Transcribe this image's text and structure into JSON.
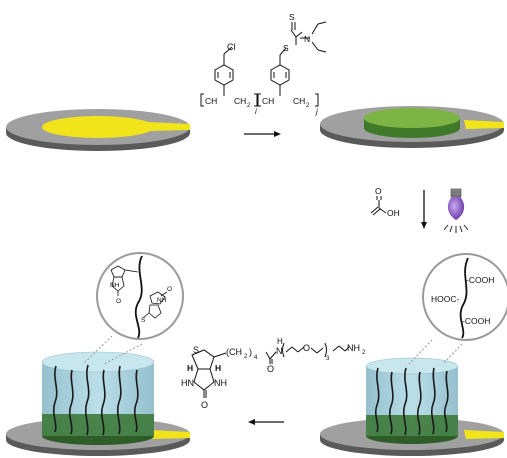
{
  "polymer": {
    "cl": "Cl",
    "ch_left": "CH",
    "ch2_left": "CH",
    "sub2_left": "2",
    "index_i": "i",
    "ch_right": "CH",
    "ch2_right": "CH",
    "sub2_right": "2",
    "index_j": "j",
    "s_thione": "S",
    "s_link": "S",
    "n_amine": "N"
  },
  "acrylic": {
    "o": "O",
    "oh": "OH"
  },
  "biotin_reagent": {
    "s": "S",
    "ch2": "(CH",
    "sub2": "2",
    "paren": ")",
    "sub4": "4",
    "h_amide": "H",
    "n_amide": "N",
    "o_carbonyl": "O",
    "peg_o": "O",
    "sub3": "3",
    "nh2": "NH",
    "nh2_sub": "2",
    "h_left": "H",
    "h_right": "H",
    "hn": "HN",
    "nh": "NH",
    "o_urea": "O"
  },
  "zoom_cooh": {
    "hooc": "HOOC-",
    "cooh_top": "-COOH",
    "cooh_bottom": "-COOH"
  },
  "zoom_biotin": {
    "nh_left": "NH",
    "nh_right": "NH",
    "o1": "O",
    "o2": "O",
    "s": "S"
  },
  "colors": {
    "gold_yellow": "#f2e41a",
    "green": "#6fa63a",
    "dark_green": "#2f6d35",
    "brush_blue": "#a9d3df",
    "disc_gray": "#9b9b9b",
    "bulb_purple": "#7b4fb8"
  }
}
